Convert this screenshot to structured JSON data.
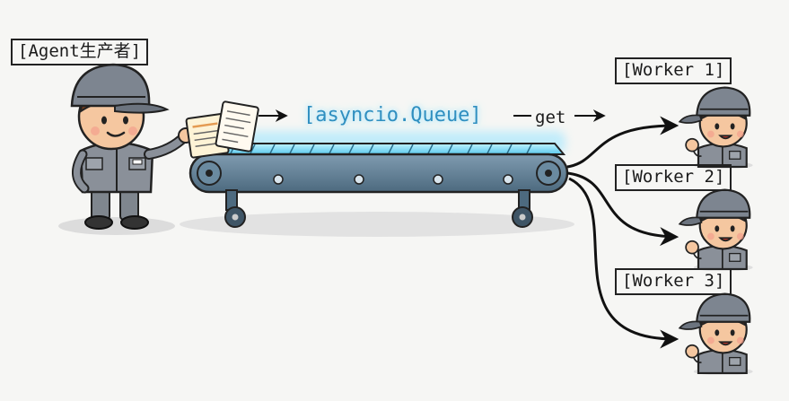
{
  "producer": {
    "label": "[Agent生产者]"
  },
  "queue": {
    "label": "[asyncio.Queue]",
    "action": "get"
  },
  "workers": [
    {
      "label": "[Worker 1]"
    },
    {
      "label": "[Worker 2]"
    },
    {
      "label": "[Worker 3]"
    }
  ],
  "colors": {
    "queue_glow": "#8fe0ff",
    "belt_steel": "#5f7d92",
    "uniform_gray": "#8a9099",
    "cap_gray": "#7d8590",
    "skin": "#f5c7a0",
    "paper": "#fdf3d6"
  }
}
